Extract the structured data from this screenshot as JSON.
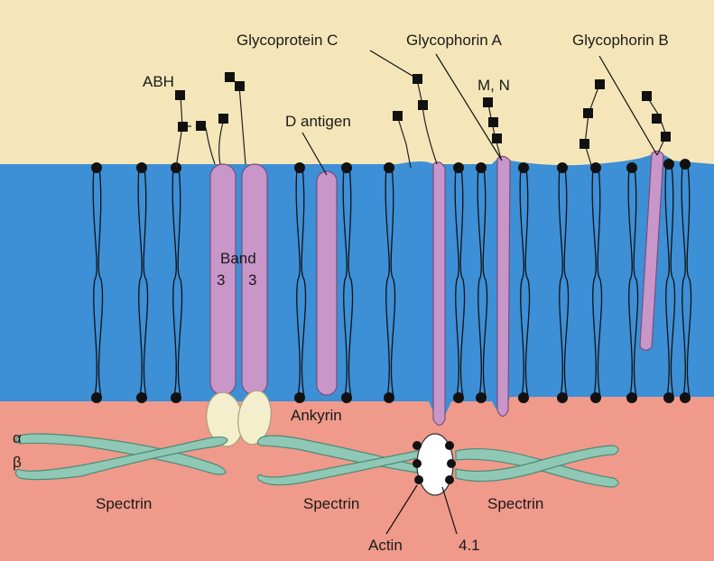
{
  "labels": {
    "abh": "ABH",
    "glycoprotein_c": "Glycoprotein C",
    "glycophorin_a": "Glycophorin A",
    "glycophorin_b": "Glycophorin B",
    "mn": "M, N",
    "d_antigen": "D antigen",
    "band3_left": "Band\n3",
    "band3_word": "Band",
    "band3_num_left": "3",
    "band3_num_right": "3",
    "ankyrin": "Ankyrin",
    "alpha": "α",
    "beta": "β",
    "spectrin_left": "Spectrin",
    "spectrin_mid": "Spectrin",
    "spectrin_right": "Spectrin",
    "actin": "Actin",
    "protein_41": "4.1"
  },
  "colors": {
    "extracellular": "#f4e6b8",
    "membrane": "#3d8fd6",
    "cytoplasm": "#ef9a8a",
    "protein": "#c996c9",
    "spectrin": "#8fc9b6",
    "ankyrin": "#f3eecb"
  }
}
